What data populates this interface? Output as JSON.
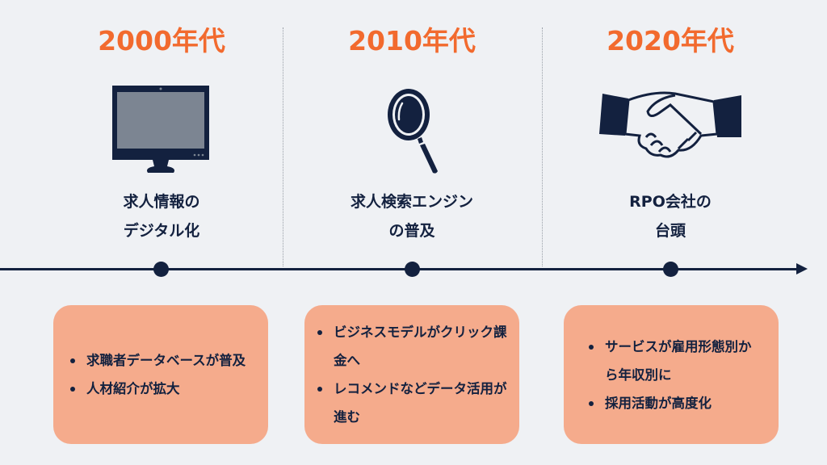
{
  "colors": {
    "accent": "#f26a2e",
    "navy": "#13213f",
    "box": "#f5ab8c",
    "background": "#eff1f4"
  },
  "eras": [
    {
      "title": "2000年代",
      "icon": "monitor-icon",
      "subtitle": [
        "求人情報の",
        "デジタル化"
      ],
      "bullets": [
        "求職者データベースが普及",
        "人材紹介が拡大"
      ]
    },
    {
      "title": "2010年代",
      "icon": "magnifier-icon",
      "subtitle": [
        "求人検索エンジン",
        "の普及"
      ],
      "bullets": [
        "ビジネスモデルがクリック課金へ",
        "レコメンドなどデータ活用が進む"
      ]
    },
    {
      "title": "2020年代",
      "icon": "handshake-icon",
      "subtitle": [
        "RPO会社の",
        "台頭"
      ],
      "bullets": [
        "サービスが雇用形態別から年収別に",
        "採用活動が高度化"
      ]
    }
  ]
}
